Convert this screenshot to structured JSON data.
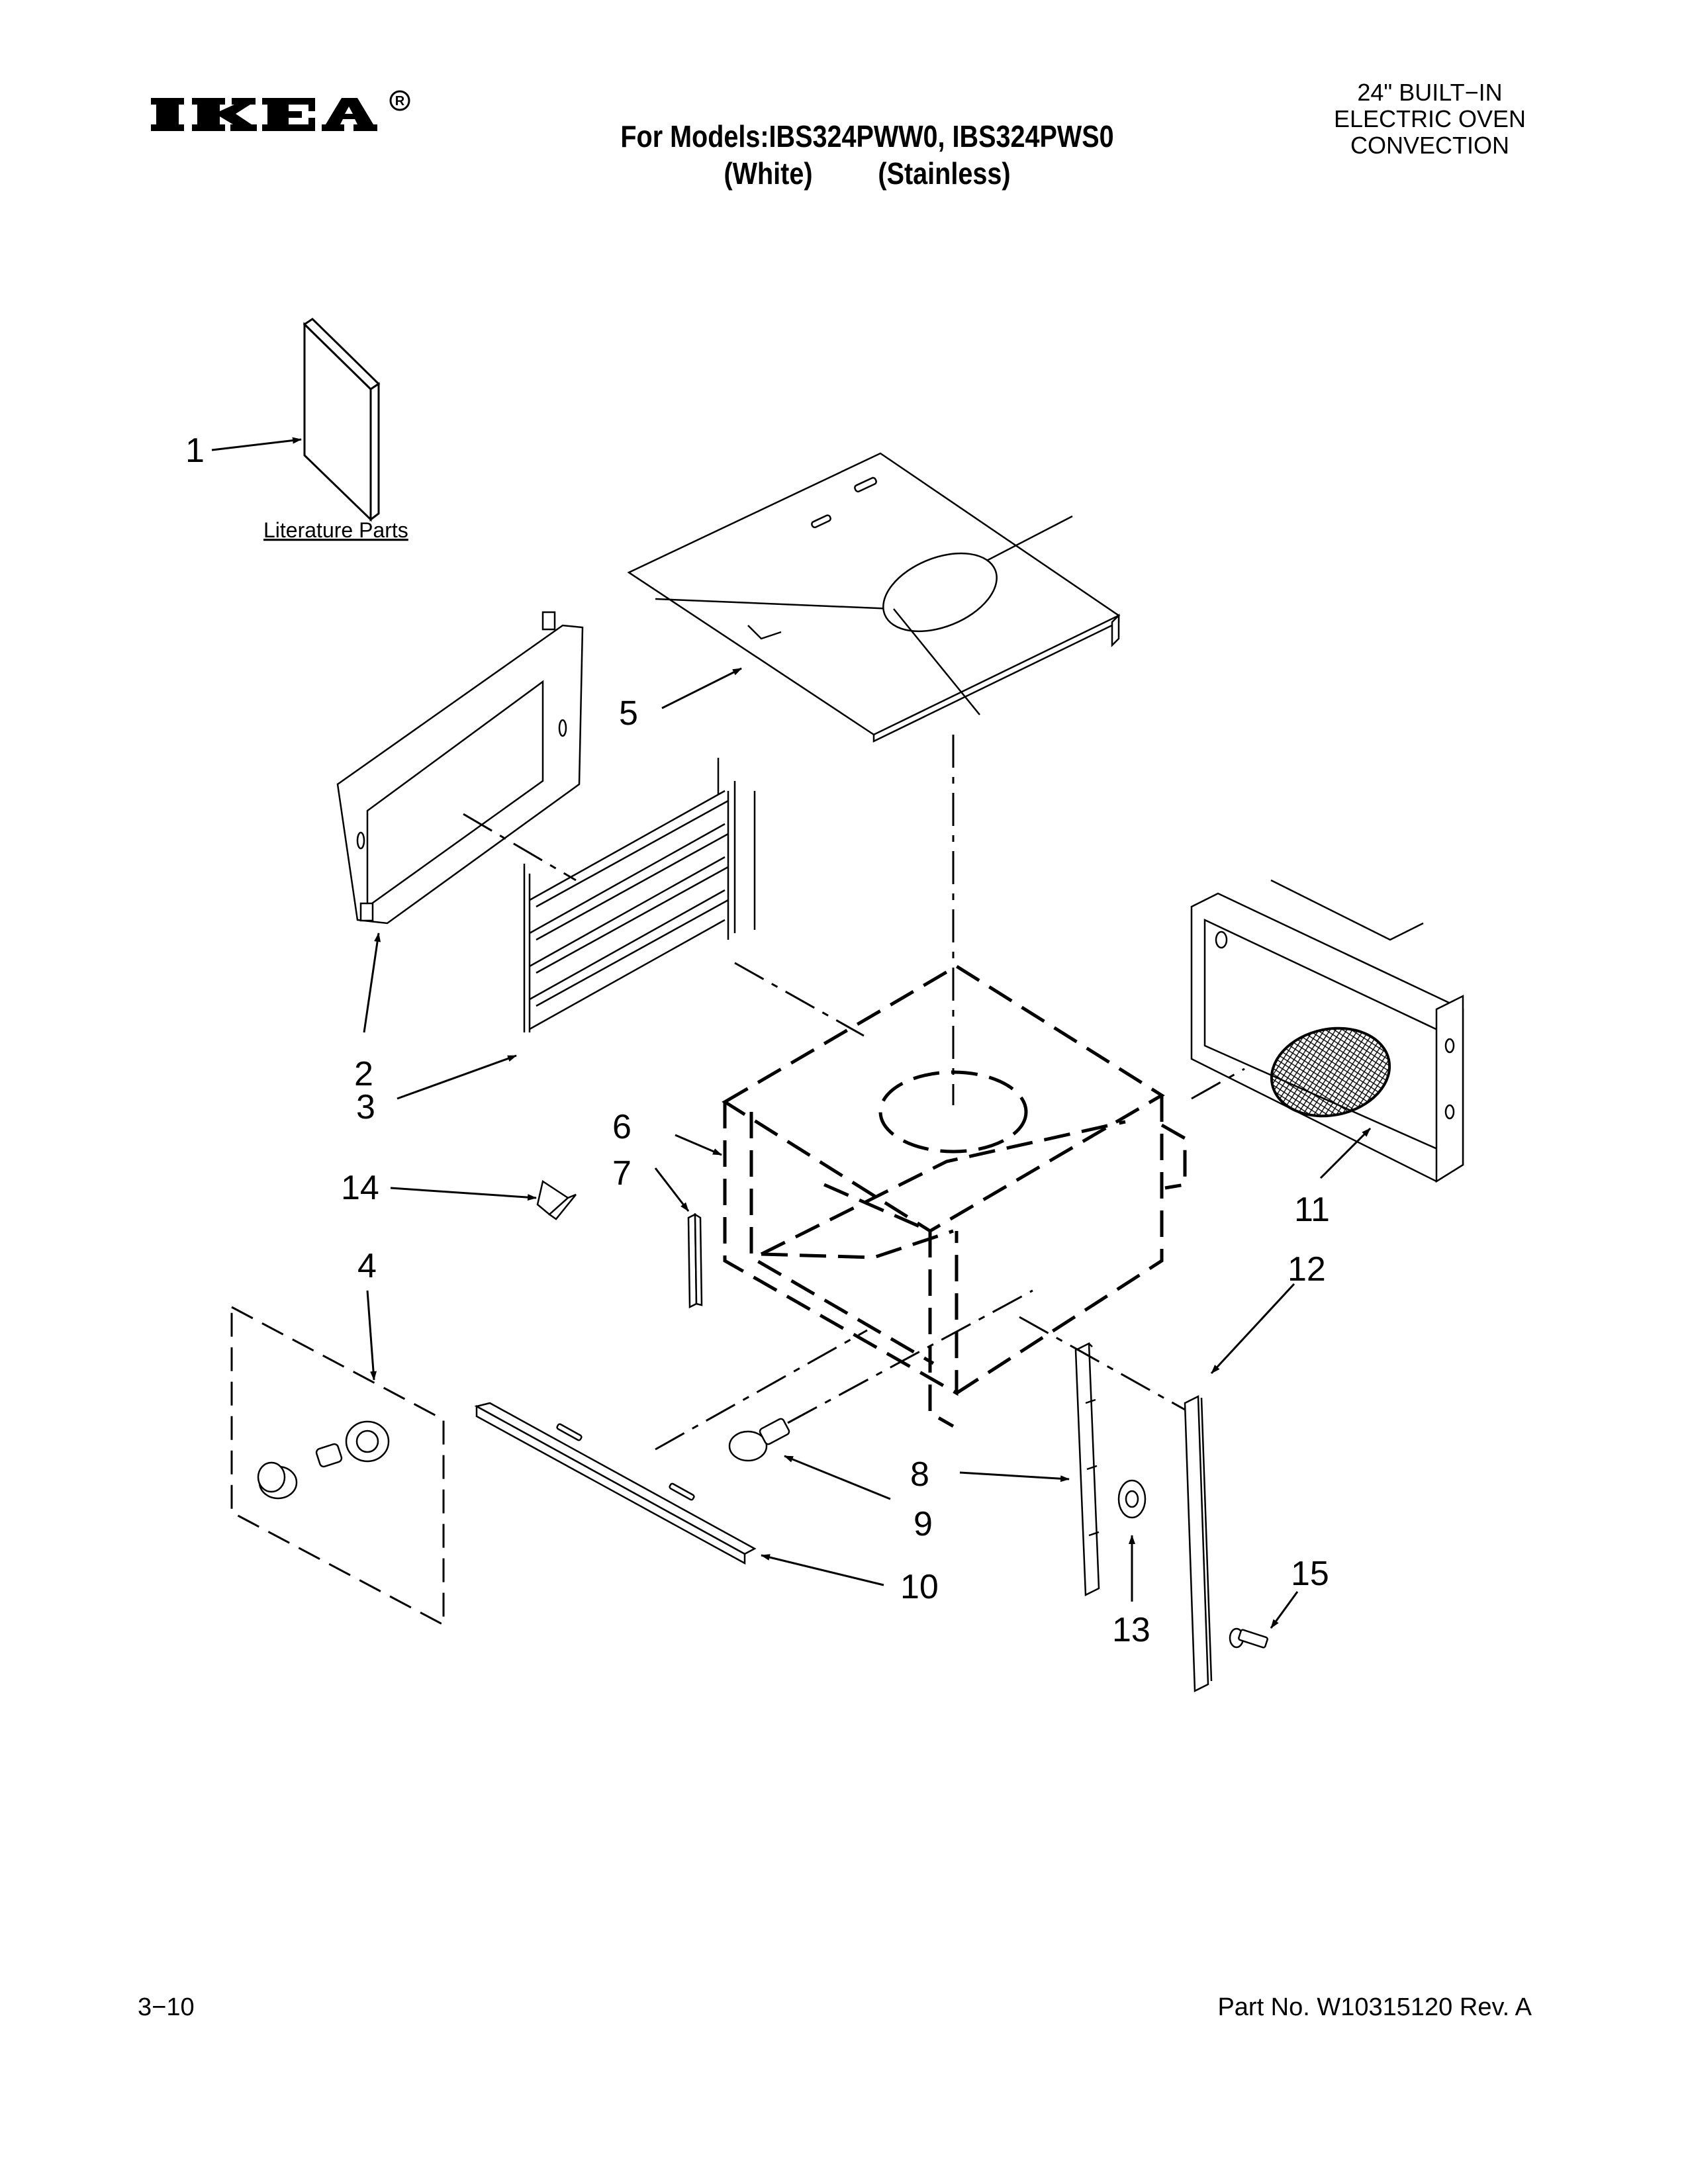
{
  "header": {
    "brand": "IKEA",
    "models_line": "For Models:IBS324PWW0, IBS324PWS0",
    "variants_line": "(White)         (Stainless)",
    "product_lines": [
      "24\" BUILT−IN",
      "ELECTRIC OVEN",
      "CONVECTION"
    ]
  },
  "diagram": {
    "literature_label": "Literature Parts",
    "callouts": [
      "1",
      "2",
      "3",
      "4",
      "5",
      "6",
      "7",
      "8",
      "9",
      "10",
      "11",
      "12",
      "13",
      "14",
      "15"
    ]
  },
  "footer": {
    "page_number": "3−10",
    "part_number": "Part No. W10315120 Rev. A"
  }
}
